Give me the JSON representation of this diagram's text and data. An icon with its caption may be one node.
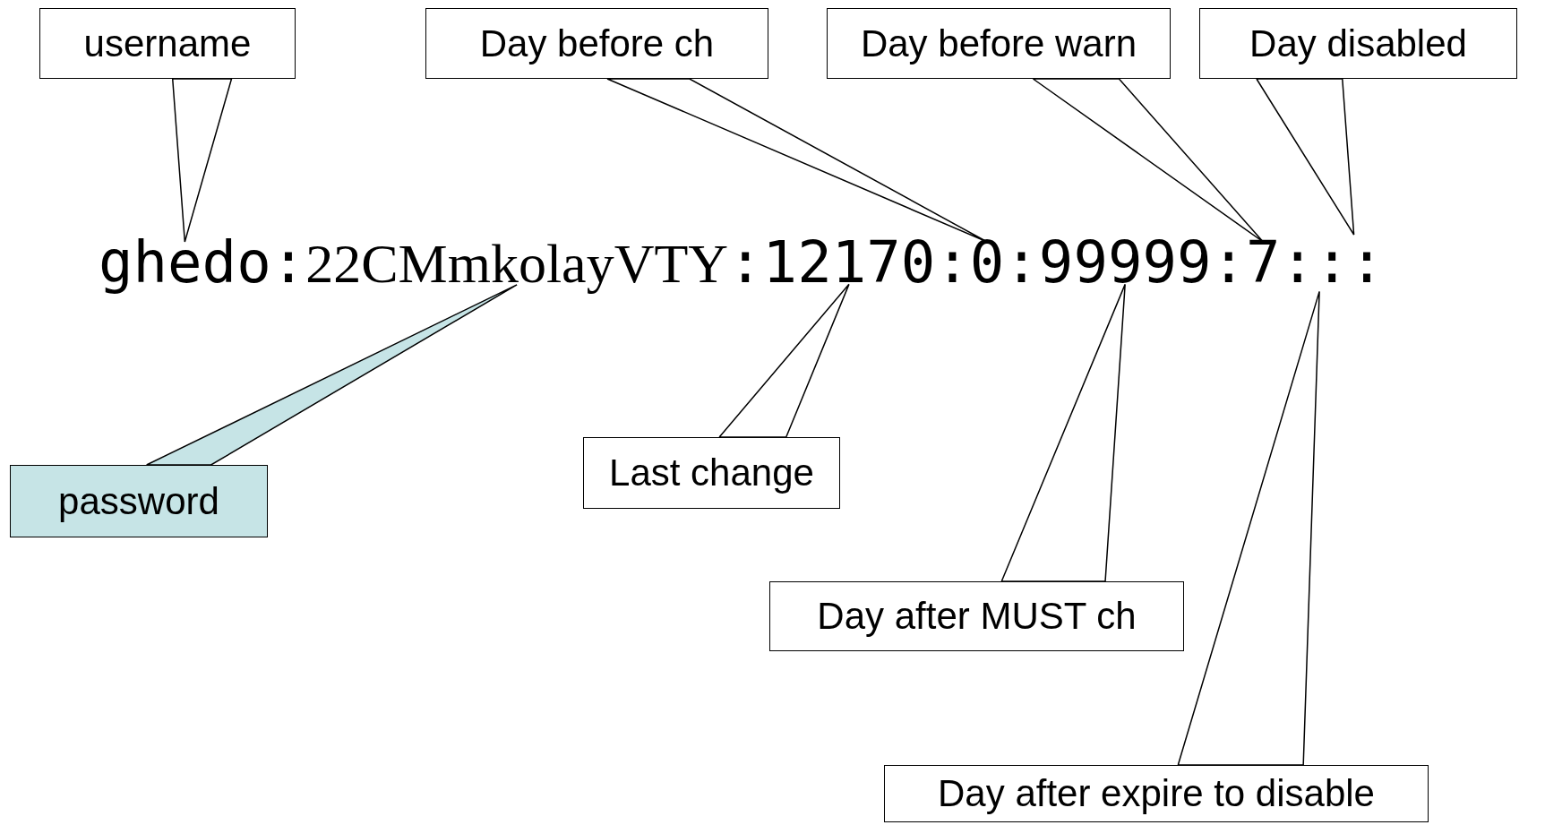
{
  "diagram": {
    "nodes": [
      {
        "text": [
          "username"
        ]
      },
      {
        "text": [
          "Day before ch"
        ]
      },
      {
        "text": [
          "Day before warn"
        ]
      },
      {
        "text": [
          "Day disabled"
        ]
      },
      {
        "text": [
          "ghedo"
        ]
      },
      {
        "text": [
          "22CMmkolayVTY"
        ]
      },
      {
        "text": [
          "12170"
        ]
      },
      {
        "text": [
          "0"
        ]
      },
      {
        "text": [
          "99999"
        ]
      },
      {
        "text": [
          "7"
        ]
      },
      {
        "text": [
          "password"
        ]
      },
      {
        "text": [
          "Last change"
        ]
      },
      {
        "text": [
          "Day after MUST ch"
        ]
      },
      {
        "text": [
          "Day after expire to disable"
        ]
      }
    ],
    "edges": [
      {
        "from": 0,
        "to": 4,
        "arrow": "none"
      },
      {
        "from": 1,
        "to": 7,
        "arrow": "none"
      },
      {
        "from": 2,
        "to": 9,
        "arrow": "none"
      },
      {
        "from": 3,
        "to": null,
        "arrow": "none"
      },
      {
        "from": 10,
        "to": 5,
        "arrow": "none"
      },
      {
        "from": 11,
        "to": 6,
        "arrow": "none"
      },
      {
        "from": 12,
        "to": 8,
        "arrow": "none"
      },
      {
        "from": 13,
        "to": null,
        "arrow": "none"
      }
    ],
    "labels": [
      ":",
      ":",
      ":",
      ":",
      ":",
      ":",
      ":",
      ":"
    ]
  }
}
